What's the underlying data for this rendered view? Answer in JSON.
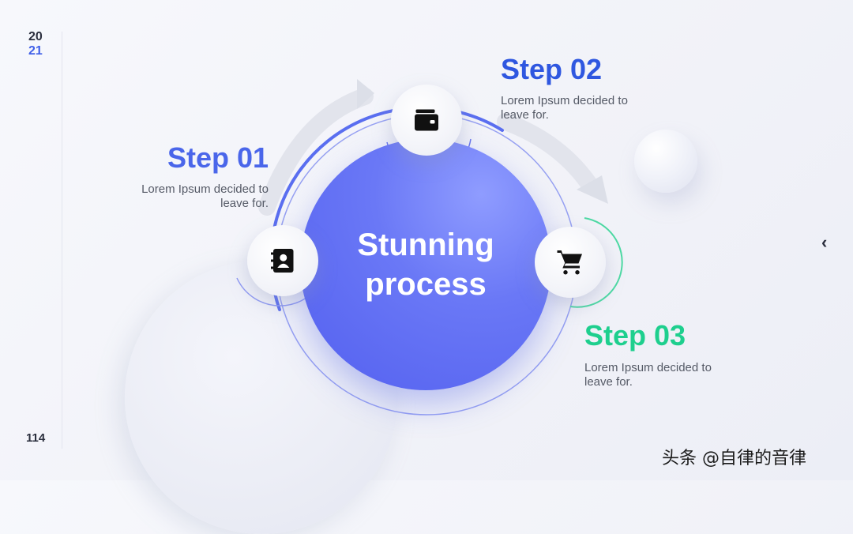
{
  "year": {
    "top": "20",
    "bottom": "21"
  },
  "page_number": "114",
  "center": {
    "title": "Stunning process"
  },
  "steps": [
    {
      "title": "Step 01",
      "desc": "Lorem Ipsum decided to leave for.",
      "icon": "contact-book-icon",
      "color": "#4a66ea"
    },
    {
      "title": "Step 02",
      "desc": "Lorem Ipsum decided to leave for.",
      "icon": "wallet-icon",
      "color": "#2f57e0"
    },
    {
      "title": "Step 03",
      "desc": "Lorem Ipsum decided to leave for.",
      "icon": "shopping-cart-icon",
      "color": "#1ecf8e"
    }
  ],
  "nav": {
    "prev_icon": "chevron-left-icon",
    "prev_glyph": "‹"
  },
  "watermark": "头条 @自律的音律",
  "colors": {
    "primary": "#5360ef",
    "accent_green": "#1ecf8e",
    "accent_blue": "#2f57e0"
  }
}
